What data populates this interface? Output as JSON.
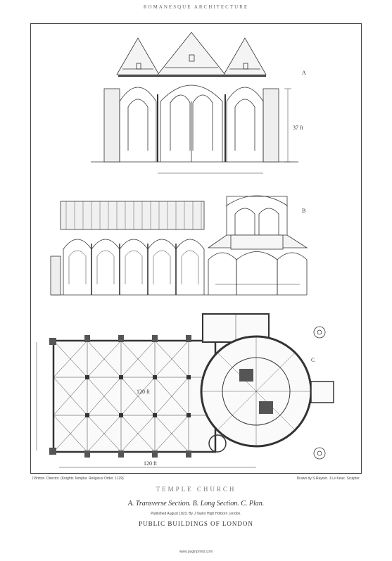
{
  "header": "ROMANESQUE ARCHITECTURE",
  "labels": {
    "a": "A",
    "b": "B",
    "c": "C"
  },
  "dimensions": {
    "plan_width": "120 ft",
    "plan_length": "120 ft",
    "section_height": "37 ft"
  },
  "credits": {
    "left": "J.Britton. Director. (Knights Templar. Religious Order. 1129)",
    "right": "Drawn by S.Rayner. J.Le Keux. Sculptor."
  },
  "title": "TEMPLE CHURCH",
  "subtitle": "A. Transverse Section. B. Long Section. C. Plan.",
  "published": "Published August 1823. By J.Taylor High Holborn London.",
  "series": "PUBLIC BUILDINGS OF LONDON",
  "website": "www.puginprints.com"
}
